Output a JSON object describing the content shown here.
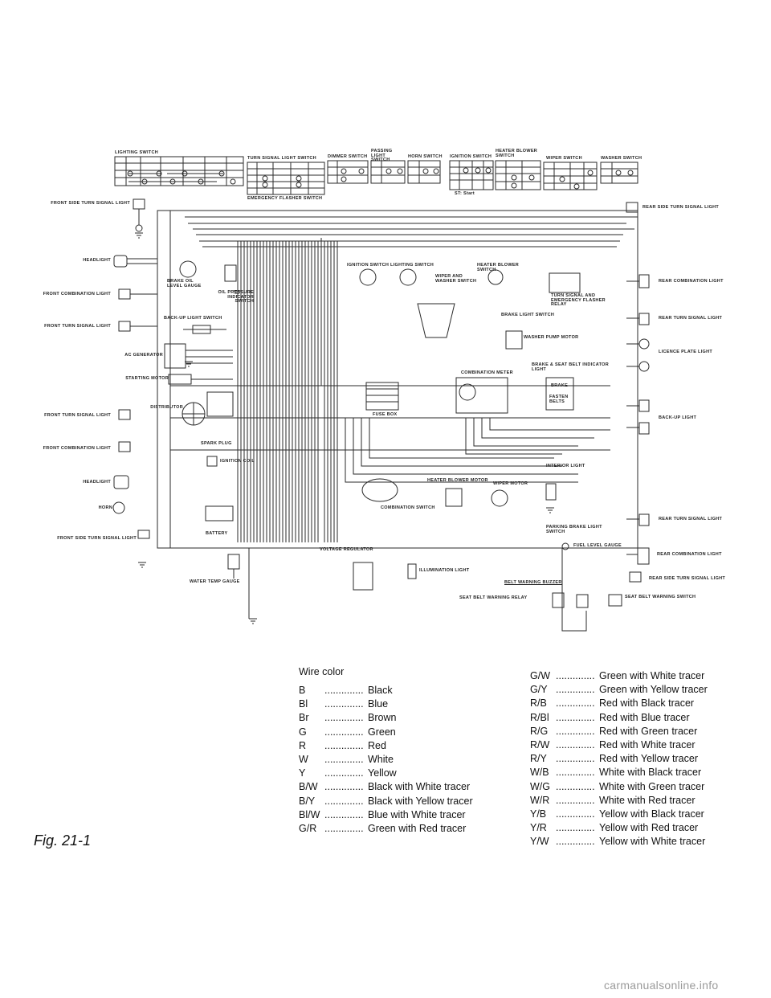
{
  "switch_titles": {
    "lighting": "LIGHTING SWITCH",
    "turn_signal": "TURN SIGNAL LIGHT SWITCH",
    "dimmer": "DIMMER SWITCH",
    "passing": "PASSING LIGHT SWITCH",
    "horn": "HORN SWITCH",
    "ignition": "IGNITION SWITCH",
    "heater_blower": "HEATER BLOWER SWITCH",
    "wiper": "WIPER SWITCH",
    "washer": "WASHER SWITCH",
    "emergency_flasher": "EMERGENCY FLASHER SWITCH",
    "st_start": "ST: Start"
  },
  "components_left": {
    "front_side_turn_1": "FRONT SIDE TURN SIGNAL LIGHT",
    "headlight_1": "HEADLIGHT",
    "front_combination_1": "FRONT COMBINATION LIGHT",
    "front_turn_1": "FRONT TURN SIGNAL LIGHT",
    "ac_generator": "AC GENERATOR",
    "starting_motor": "STARTING MOTOR",
    "distributor": "DISTRIBUTOR",
    "front_turn_2": "FRONT TURN SIGNAL LIGHT",
    "front_combination_2": "FRONT COMBINATION LIGHT",
    "headlight_2": "HEADLIGHT",
    "horn": "HORN",
    "front_side_turn_2": "FRONT SIDE TURN SIGNAL LIGHT"
  },
  "components_center": {
    "brake_oil_level_gauge": "BRAKE OIL LEVEL GAUGE",
    "oil_pressure_indicator": "OIL PRESSURE INDICATOR SWITCH",
    "back_up_light_switch": "BACK-UP LIGHT SWITCH",
    "spark_plug": "SPARK PLUG",
    "ignition_coil": "IGNITION COIL",
    "battery": "BATTERY",
    "water_temp_gauge": "WATER TEMP GAUGE",
    "ignition_switch": "IGNITION SWITCH",
    "lighting_switch": "LIGHTING SWITCH",
    "wiper_washer_switch": "WIPER AND WASHER SWITCH",
    "heater_blower_switch": "HEATER BLOWER SWITCH",
    "turn_signal_relay": "TURN SIGNAL AND EMERGENCY FLASHER RELAY",
    "brake_light_switch": "BRAKE LIGHT SWITCH",
    "washer_pump_motor": "WASHER PUMP MOTOR",
    "fuse_box": "FUSE BOX",
    "combination_meter": "COMBINATION METER",
    "brake_seat_belt_indicator": "BRAKE & SEAT BELT INDICATOR LIGHT",
    "brake_word": "BRAKE",
    "fasten_belts": "FASTEN BELTS",
    "interior_light": "INTERIOR LIGHT",
    "heater_blower_motor": "HEATER BLOWER MOTOR",
    "wiper_motor": "WIPER MOTOR",
    "combination_switch": "COMBINATION SWITCH",
    "parking_brake_switch": "PARKING BRAKE LIGHT SWITCH",
    "fuel_level_gauge": "FUEL LEVEL GAUGE",
    "voltage_regulator": "VOLTAGE REGULATOR",
    "illumination_light": "ILLUMINATION LIGHT",
    "belt_warning_buzzer": "BELT WARNING BUZZER",
    "seat_belt_relay": "SEAT BELT WARNING RELAY",
    "seat_belt_switch": "SEAT BELT WARNING SWITCH"
  },
  "components_right": {
    "rear_side_turn_1": "REAR SIDE TURN SIGNAL LIGHT",
    "rear_combination_1": "REAR COMBINATION LIGHT",
    "rear_turn_1": "REAR TURN SIGNAL LIGHT",
    "licence_plate": "LICENCE PLATE LIGHT",
    "back_up": "BACK-UP LIGHT",
    "rear_turn_2": "REAR TURN SIGNAL LIGHT",
    "rear_combination_2": "REAR COMBINATION LIGHT",
    "rear_side_turn_2": "REAR SIDE TURN SIGNAL LIGHT"
  },
  "legend": {
    "title": "Wire color",
    "left": [
      {
        "code": "B",
        "meaning": "Black"
      },
      {
        "code": "Bl",
        "meaning": "Blue"
      },
      {
        "code": "Br",
        "meaning": "Brown"
      },
      {
        "code": "G",
        "meaning": "Green"
      },
      {
        "code": "R",
        "meaning": "Red"
      },
      {
        "code": "W",
        "meaning": "White"
      },
      {
        "code": "Y",
        "meaning": "Yellow"
      },
      {
        "code": "B/W",
        "meaning": "Black with White tracer"
      },
      {
        "code": "B/Y",
        "meaning": "Black with Yellow tracer"
      },
      {
        "code": "Bl/W",
        "meaning": "Blue with White tracer"
      },
      {
        "code": "G/R",
        "meaning": "Green with Red tracer"
      }
    ],
    "right": [
      {
        "code": "G/W",
        "meaning": "Green with White tracer"
      },
      {
        "code": "G/Y",
        "meaning": "Green with Yellow tracer"
      },
      {
        "code": "R/B",
        "meaning": "Red with Black tracer"
      },
      {
        "code": "R/Bl",
        "meaning": "Red with Blue tracer"
      },
      {
        "code": "R/G",
        "meaning": "Red with Green tracer"
      },
      {
        "code": "R/W",
        "meaning": "Red with White tracer"
      },
      {
        "code": "R/Y",
        "meaning": "Red with Yellow tracer"
      },
      {
        "code": "W/B",
        "meaning": "White with Black tracer"
      },
      {
        "code": "W/G",
        "meaning": "White with Green tracer"
      },
      {
        "code": "W/R",
        "meaning": "White with Red tracer"
      },
      {
        "code": "Y/B",
        "meaning": "Yellow with Black tracer"
      },
      {
        "code": "Y/R",
        "meaning": "Yellow with Red tracer"
      },
      {
        "code": "Y/W",
        "meaning": "Yellow with White tracer"
      }
    ],
    "dots": ".............."
  },
  "figure_label": "Fig. 21-1",
  "watermark": "carmanualsonline.info"
}
